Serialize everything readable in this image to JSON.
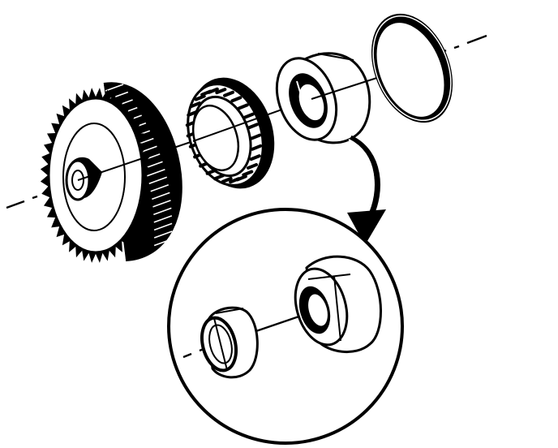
{
  "diagram": {
    "style": "black line art exploded view",
    "colors": {
      "ink": "#000000",
      "paper": "#ffffff"
    },
    "parts": [
      {
        "id": "helical-gear",
        "icon": "helical-gear-icon"
      },
      {
        "id": "needle-roller-bearing",
        "icon": "needle-bearing-icon"
      },
      {
        "id": "bearing-outer-race",
        "icon": "bearing-race-icon"
      },
      {
        "id": "thrust-washer",
        "icon": "washer-ring-icon"
      },
      {
        "id": "detail-inset",
        "icon": "magnifier-circle-icon"
      },
      {
        "id": "detail-sleeve",
        "icon": "sleeve-ring-icon"
      },
      {
        "id": "detail-race",
        "icon": "bearing-race-icon"
      }
    ]
  }
}
